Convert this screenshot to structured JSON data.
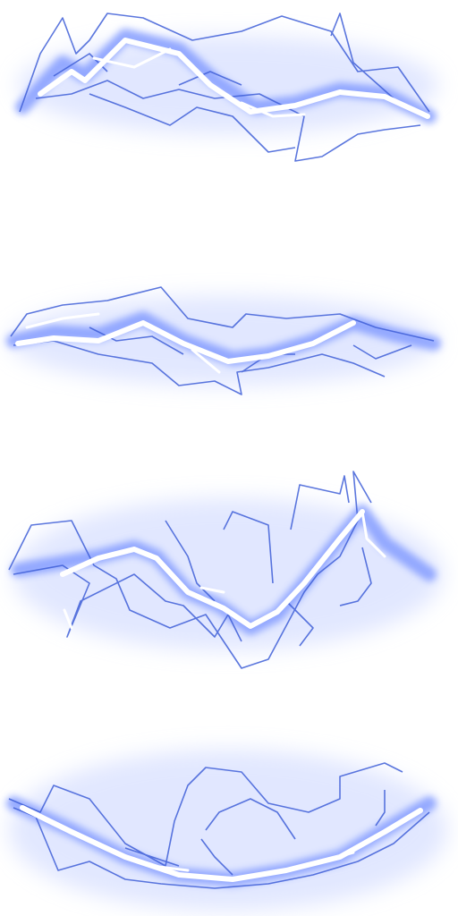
{
  "sprite_sheet": {
    "layout": "vertical strip",
    "frame_count": 4,
    "subject": "lightning-bolt-effect",
    "colors": {
      "background": "#ffffff",
      "glow": "#7f98ff",
      "glow_soft": "#c9d4ff",
      "outline": "#3f5fd8",
      "core": "#ffffff"
    }
  }
}
